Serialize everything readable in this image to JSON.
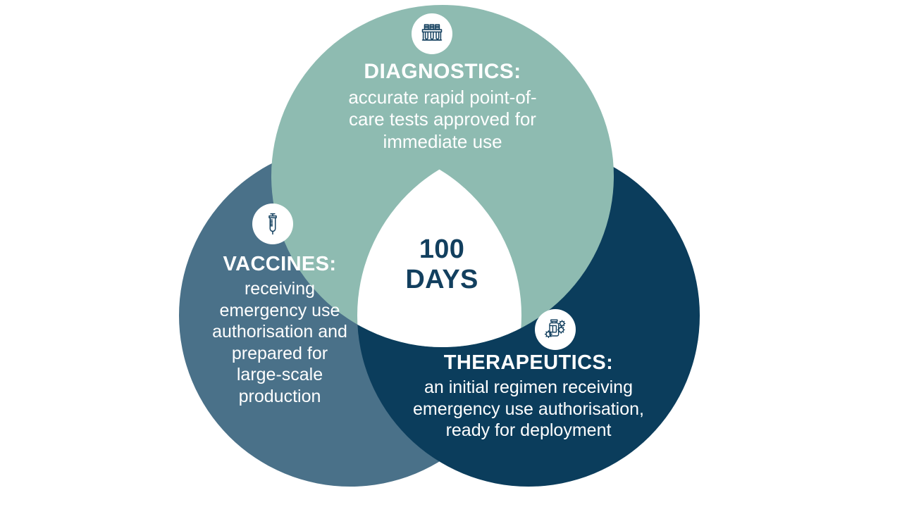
{
  "diagram": {
    "type": "venn-3-circle",
    "background_color": "#ffffff",
    "center": {
      "line1": "100",
      "line2": "DAYS",
      "text_color": "#123f5e",
      "fill_color": "#ffffff"
    },
    "lobes": [
      {
        "id": "diagnostics",
        "title": "DIAGNOSTICS:",
        "description": "accurate rapid point-of-care tests approved for immediate use",
        "description_lines": [
          "accurate rapid point-of-",
          "care tests approved for",
          "immediate use"
        ],
        "color": "#8ebbb1",
        "text_color": "#ffffff",
        "icon": "test-tube-rack-icon",
        "icon_color": "#123f5e",
        "position": "top"
      },
      {
        "id": "vaccines",
        "title": "VACCINES:",
        "description": "receiving emergency use authorisation and prepared for large-scale production",
        "description_lines": [
          "receiving",
          "emergency use",
          "authorisation and",
          "prepared for",
          "large-scale",
          "production"
        ],
        "color": "#4a7189",
        "text_color": "#ffffff",
        "icon": "syringe-icon",
        "icon_color": "#123f5e",
        "position": "bottom-left"
      },
      {
        "id": "therapeutics",
        "title": "THERAPEUTICS:",
        "description": "an initial regimen receiving emergency use authorisation, ready for deployment",
        "description_lines": [
          "an initial regimen receiving",
          "emergency use authorisation,",
          "ready for deployment"
        ],
        "color": "#0b3d5c",
        "text_color": "#ffffff",
        "icon": "medicine-vial-virus-icon",
        "icon_color": "#123f5e",
        "position": "bottom-right"
      }
    ]
  }
}
